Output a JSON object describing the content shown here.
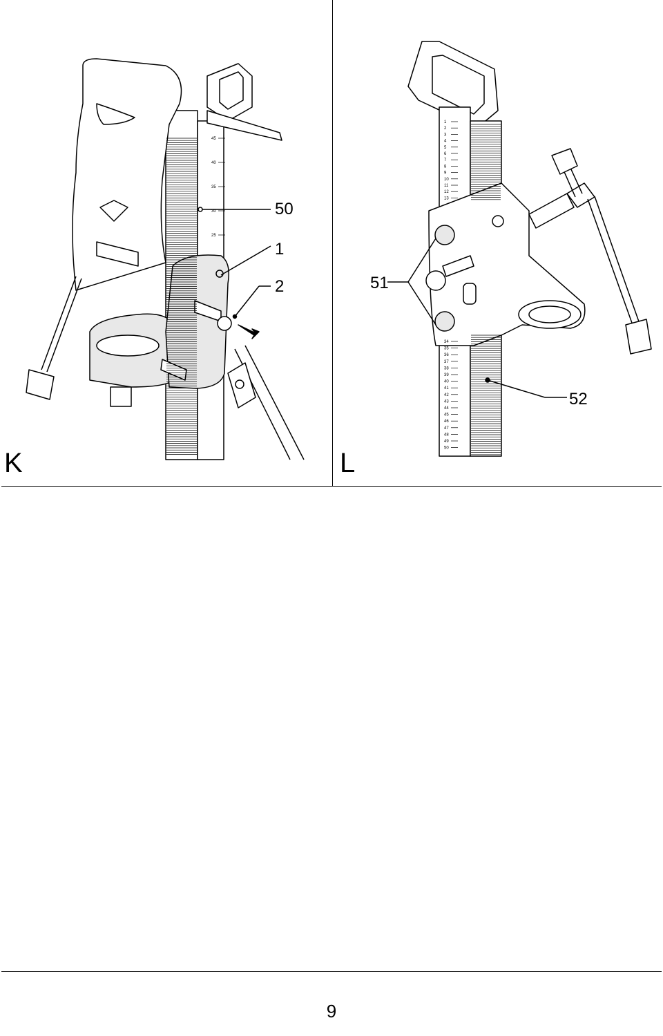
{
  "figures": [
    {
      "letter": "K",
      "callouts": [
        {
          "label": "50"
        },
        {
          "label": "1"
        },
        {
          "label": "2"
        }
      ],
      "scale_labels": [
        "45",
        "40",
        "35",
        "30",
        "25"
      ]
    },
    {
      "letter": "L",
      "callouts": [
        {
          "label": "51"
        },
        {
          "label": "52"
        }
      ],
      "scale_labels_top": [
        "1",
        "2",
        "3",
        "4",
        "5",
        "6",
        "7",
        "8",
        "9",
        "10",
        "11",
        "12",
        "13"
      ],
      "scale_labels_bottom": [
        "34",
        "35",
        "36",
        "37",
        "38",
        "39",
        "40",
        "41",
        "42",
        "43",
        "44",
        "45",
        "46",
        "47",
        "48",
        "49",
        "50"
      ]
    }
  ],
  "page_number": "9"
}
